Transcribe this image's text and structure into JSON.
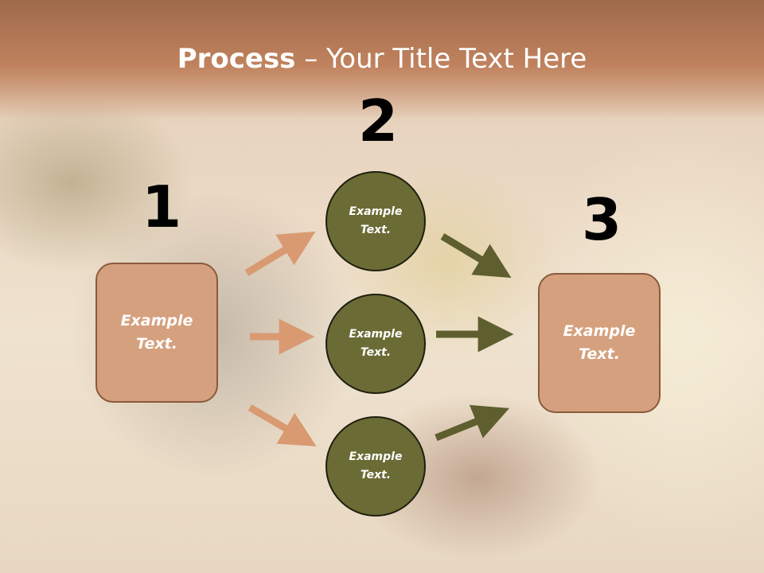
{
  "title": {
    "bold": "Process",
    "rest": " – Your Title Text Here"
  },
  "steps": {
    "one": "1",
    "two": "2",
    "three": "3"
  },
  "left_box": {
    "line1": "Example",
    "line2": "Text."
  },
  "circles": [
    {
      "line1": "Example",
      "line2": "Text."
    },
    {
      "line1": "Example",
      "line2": "Text."
    },
    {
      "line1": "Example",
      "line2": "Text."
    }
  ],
  "right_box": {
    "line1": "Example",
    "line2": "Text."
  },
  "colors": {
    "box_fill": "#d5a07e",
    "circle_fill": "#6b6b35",
    "left_arrows": "#d99a72",
    "right_arrows": "#5e5e2e"
  }
}
